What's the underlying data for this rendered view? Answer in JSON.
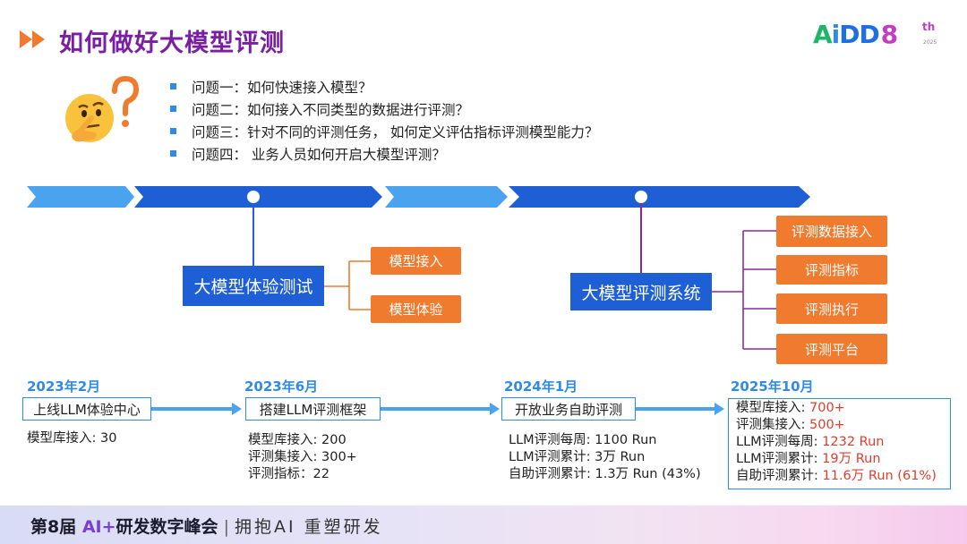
{
  "title": "如何做好大模型评测",
  "logo": {
    "a": "A",
    "i": "i",
    "dd": "DD",
    "eight": "8",
    "th": "th",
    "year": "2025"
  },
  "questions": [
    "问题一：如何快速接入模型？",
    "问题二：如何接入不同类型的数据进行评测？",
    "问题三：针对不同的评测任务， 如何定义评估指标评测模型能力？",
    "问题四： 业务人员如何开启大模型评测？"
  ],
  "experience": {
    "title": "大模型体验测试",
    "items": [
      "模型接入",
      "模型体验"
    ]
  },
  "eval_system": {
    "title": "大模型评测系统",
    "items": [
      "评测数据接入",
      "评测指标",
      "评测执行",
      "评测平台"
    ]
  },
  "timeline": [
    {
      "date": "2023年2月",
      "milestone": "上线LLM体验中心",
      "details": [
        "模型库接入: 30"
      ]
    },
    {
      "date": "2023年6月",
      "milestone": "搭建LLM评测框架",
      "details": [
        "模型库接入: 200",
        "评测集接入: 300+",
        "评测指标：22"
      ]
    },
    {
      "date": "2024年1月",
      "milestone": "开放业务自助评测",
      "details": [
        "LLM评测每周: 1100 Run",
        "LLM评测累计: 3万 Run",
        "自助评测累计: 1.3万 Run (43%)"
      ]
    },
    {
      "date": "2025年10月",
      "stats": [
        {
          "label": "模型库接入: ",
          "value": "700+"
        },
        {
          "label": "评测集接入: ",
          "value": "500+"
        },
        {
          "label": " LLM评测每周: ",
          "value": "1232 Run"
        },
        {
          "label": " LLM评测累计: ",
          "value": "19万 Run"
        },
        {
          "label": " 自助评测累计: ",
          "value": "11.6万 Run (61%)"
        }
      ]
    }
  ],
  "footer": {
    "prefix": "第8届 ",
    "ai": "AI+",
    "name": "研发数字峰会",
    "sep": "|",
    "slogan": "拥抱AI 重塑研发"
  },
  "colors": {
    "title": "#7a1fa2",
    "accent_blue": "#1f5fd6",
    "light_blue": "#2f8be6",
    "orange": "#f07a2e",
    "purple_line": "#8a2a9a",
    "highlight_red": "#e23c2c"
  },
  "icons": {
    "title_arrow": "double-chevron-right-icon",
    "thinking": "thinking-face-icon"
  }
}
